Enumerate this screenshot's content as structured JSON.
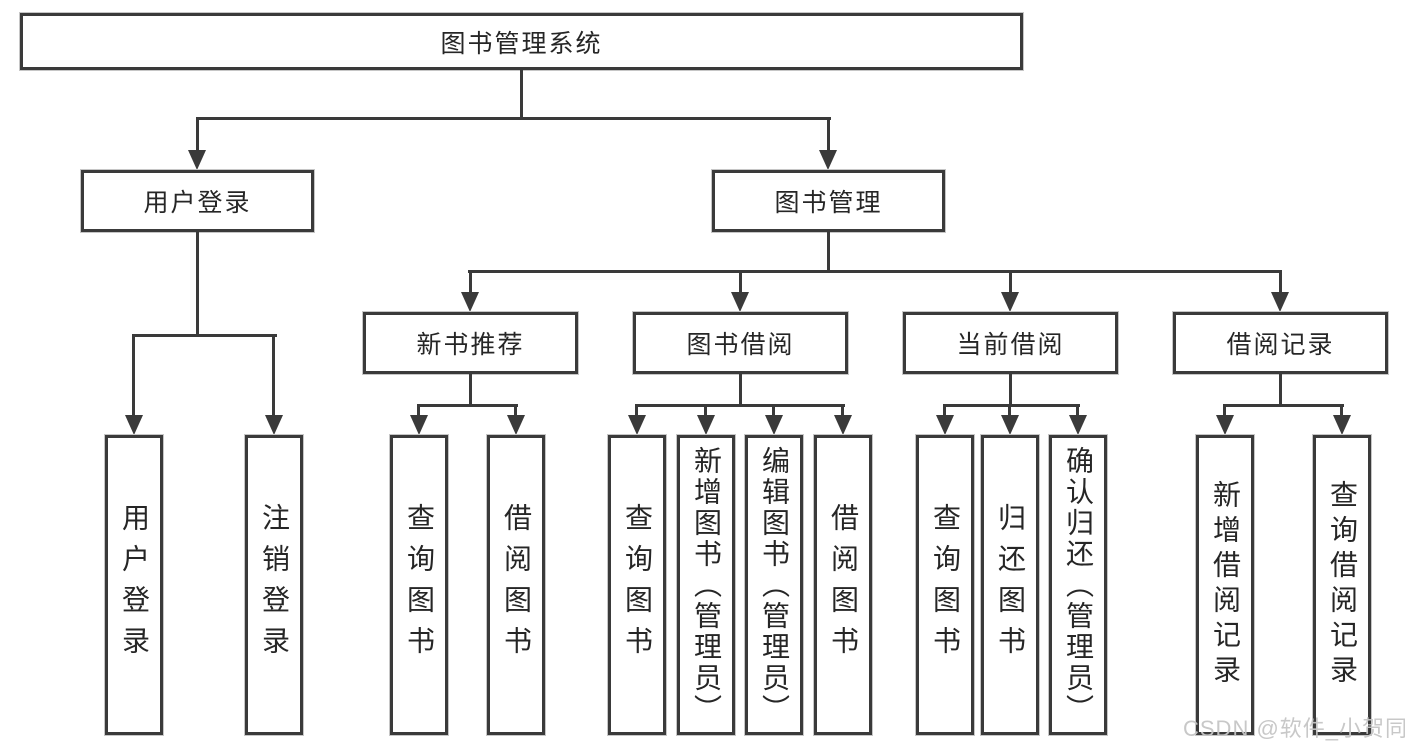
{
  "diagram": {
    "root": "图书管理系统",
    "level2": [
      "用户登录",
      "图书管理"
    ],
    "level3": [
      "新书推荐",
      "图书借阅",
      "当前借阅",
      "借阅记录"
    ],
    "leaves_user_login": [
      "用户登录",
      "注销登录"
    ],
    "leaves_new_book": [
      "查询图书",
      "借阅图书"
    ],
    "leaves_book_borrow": [
      "查询图书",
      "新增图书（管理员）",
      "编辑图书（管理员）",
      "借阅图书"
    ],
    "leaves_current_borrow": [
      "查询图书",
      "归还图书",
      "确认归还（管理员）"
    ],
    "leaves_borrow_records": [
      "新增借阅记录",
      "查询借阅记录"
    ]
  },
  "watermark": "CSDN @软件_小贺同学",
  "colors": {
    "line": "#3a3a3a",
    "text": "#262626",
    "watermark": "#c5c5c5",
    "background": "#ffffff"
  }
}
